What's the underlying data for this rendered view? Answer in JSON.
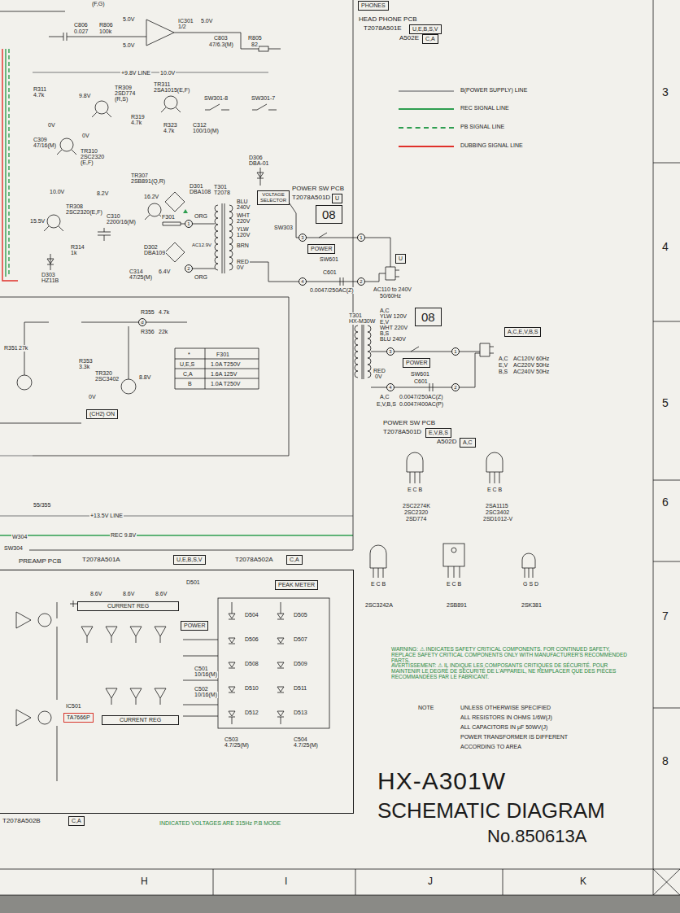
{
  "diagram": {
    "title": "HX-A301W",
    "nodes": [
      {
        "text": [
          "PHONES"
        ]
      },
      {
        "text": [
          "U,E,B,S,V"
        ]
      },
      {
        "text": [
          "C,A"
        ]
      },
      {
        "text": [
          "VOLTAGE SELECTOR"
        ]
      },
      {
        "text": [
          "U"
        ]
      },
      {
        "text": [
          "08"
        ]
      },
      {
        "text": [
          "POWER"
        ]
      },
      {
        "text": [
          "3"
        ]
      },
      {
        "text": [
          "1"
        ]
      },
      {
        "text": [
          "4"
        ]
      },
      {
        "text": [
          "2"
        ]
      },
      {
        "text": [
          "U"
        ]
      },
      {
        "text": [
          "1"
        ]
      },
      {
        "text": [
          "2"
        ]
      },
      {
        "text": [
          "08"
        ]
      },
      {
        "text": [
          "POWER"
        ]
      },
      {
        "text": [
          "3"
        ]
      },
      {
        "text": [
          "1"
        ]
      },
      {
        "text": [
          "4"
        ]
      },
      {
        "text": [
          "2"
        ]
      },
      {
        "text": [
          "A,C,E,V,B,S"
        ]
      },
      {
        "text": [
          "E,V,B,S"
        ]
      },
      {
        "text": [
          "A,C"
        ]
      },
      {
        "text": [
          "d"
        ]
      },
      {
        "text": [
          "(CH2) ON"
        ]
      },
      {
        "text": [
          "U,E,B,S,V"
        ]
      },
      {
        "text": [
          "C,A"
        ]
      },
      {
        "text": [
          "PREAMP PCB"
        ]
      },
      {
        "text": [
          "PEAK METER"
        ],
        "in": 27
      },
      {
        "text": [
          "CURRENT REG"
        ],
        "in": 27
      },
      {
        "text": [
          "CURRENT REG"
        ],
        "in": 27
      },
      {
        "text": [
          "POWER"
        ],
        "in": 27
      },
      {
        "text": [
          "TA7666P"
        ],
        "in": 27
      },
      {
        "text": [
          "C,A"
        ]
      }
    ],
    "edges": [
      {
        "from": 7,
        "to": 8,
        "arrow": "none"
      },
      {
        "from": 9,
        "to": 10,
        "arrow": "none"
      },
      {
        "from": 16,
        "to": 17,
        "arrow": "none"
      },
      {
        "from": 18,
        "to": 19,
        "arrow": "none"
      }
    ],
    "labels": [
      "(F,G)",
      "C806",
      "0.027",
      "R806",
      "100k",
      "5.0V",
      "5.0V",
      "IC301",
      "1/2",
      "5.0V",
      "C803",
      "47/6.3(M)",
      "R805",
      "82",
      "HEAD PHONE PCB",
      "T2078A501E",
      "A502E",
      "+9.8V LINE",
      "10.0V",
      "TR311",
      "2SA1015(E,F)",
      "TR309",
      "2SD774",
      "(R,S)",
      "9.8V",
      "SW301-8",
      "SW301-7",
      "0V",
      "0V",
      "TR310",
      "2SC2320",
      "(E,F)",
      "R311",
      "4.7k",
      "C309",
      "47/16(M)",
      "R319",
      "4.7k",
      "R323",
      "4.7k",
      "C312",
      "100/10(M)",
      "D306",
      "DBA-01",
      "TR307",
      "2SB891(Q,R)",
      "16.2V",
      "10.0V",
      "8.2V",
      "TR308",
      "2SC2320(E,F)",
      "D301",
      "DBA108",
      "D302",
      "DBA109",
      "15.5V",
      "R314",
      "1k",
      "C310",
      "2200/16(M)",
      "C314",
      "47/25(M)",
      "6.4V",
      "D303",
      "HZ11B",
      "F301",
      "ORG",
      "ORG",
      "AC12.9V",
      "T301",
      "T2078",
      "BLU",
      "240V",
      "WHT",
      "220V",
      "YLW",
      "120V",
      "BRN",
      "RED",
      "0V",
      "SW303",
      "POWER SW PCB",
      "T2078A501D",
      "SW601",
      "C601",
      "0.0047/250AC(Z)",
      "AC110 to 240V",
      "50/60Hz",
      "T301",
      "HX-M30W",
      "A,C",
      "YLW 120V",
      "E,V",
      "WHT 220V",
      "B,S",
      "BLU 240V",
      "RED",
      "0V",
      "SW601",
      "C601",
      "A,C",
      "0.0047/250AC(Z)",
      "E,V,B,S",
      "0.0047/400AC(P)",
      "A,C",
      "AC120V 60Hz",
      "E,V",
      "AC220V 50Hz",
      "B,S",
      "AC240V 50Hz",
      "POWER SW PCB",
      "T2078A501D",
      "A502D",
      "*",
      "F301",
      "U,E,S",
      "1.0A T250V",
      "C,A",
      "1.6A 125V",
      "B",
      "1.0A T250V",
      "R355",
      "4.7k",
      "R356",
      "22k",
      "R351",
      "27k",
      "R353",
      "3.3k",
      "TR320",
      "2SC3402",
      "8.8V",
      "0V",
      "55/355",
      "+13.5V LINE",
      "REC 9.8V",
      "W304",
      "SW304",
      "T2078A501A",
      "T2078A502A",
      "D501",
      "C501",
      "10/16(M)",
      "C502",
      "10/16(M)",
      "D504",
      "D505",
      "D506",
      "D507",
      "D508",
      "D509",
      "D510",
      "D511",
      "D512",
      "D513",
      "C503",
      "4.7/25(M)",
      "C504",
      "4.7/25(M)",
      "IC501",
      "8.6V",
      "8.6V",
      "8.6V",
      "T2078A502B",
      "INDICATED VOLTAGES ARE 315Hz P.B MODE",
      "E C B",
      "E C B",
      "2SC2274K",
      "2SC2320",
      "2SD774",
      "2SA1115",
      "2SC3402",
      "2SD1012-V",
      "E C B",
      "2SC3242A",
      "E C B",
      "2SB891",
      "G S D",
      "2SK381",
      "WARNING: ⚠ INDICATES SAFETY CRITICAL COMPONENTS. FOR CONTINUED SAFETY, REPLACE SAFETY CRITICAL COMPONENTS ONLY WITH MANUFACTURER'S RECOMMENDED PARTS.",
      "AVERTISSEMENT: ⚠ IL INDIQUE LES COMPOSANTS CRITIQUES DE SÉCURITÉ. POUR MAINTENIR LE DEGRÉ DE SÉCURITÉ DE L'APPAREIL, NE REMPLACER QUE DES PIÈCES RECOMMANDÉES PAR LE FABRICANT.",
      "NOTE",
      "UNLESS OTHERWISE SPECIFIED",
      "ALL RESISTORS IN OHMS 1/6W(J)",
      "ALL CAPACITORS IN µF 50WV(J)",
      "POWER TRANSFORMER IS DIFFERENT",
      "ACCORDING TO AREA",
      "SCHEMATIC DIAGRAM",
      "No.850613A",
      "3",
      "4",
      "5",
      "6",
      "7",
      "8",
      "H",
      "I",
      "J",
      "K"
    ],
    "legend": [
      {
        "text": "B(POWER SUPPLY) LINE",
        "color": "#a0a0a0"
      },
      {
        "text": "REC SIGNAL LINE",
        "color": "#2e9e50"
      },
      {
        "text": "PB SIGNAL LINE"
      },
      {
        "text": "DUBBING SIGNAL LINE",
        "color": "#e0302a"
      }
    ]
  }
}
